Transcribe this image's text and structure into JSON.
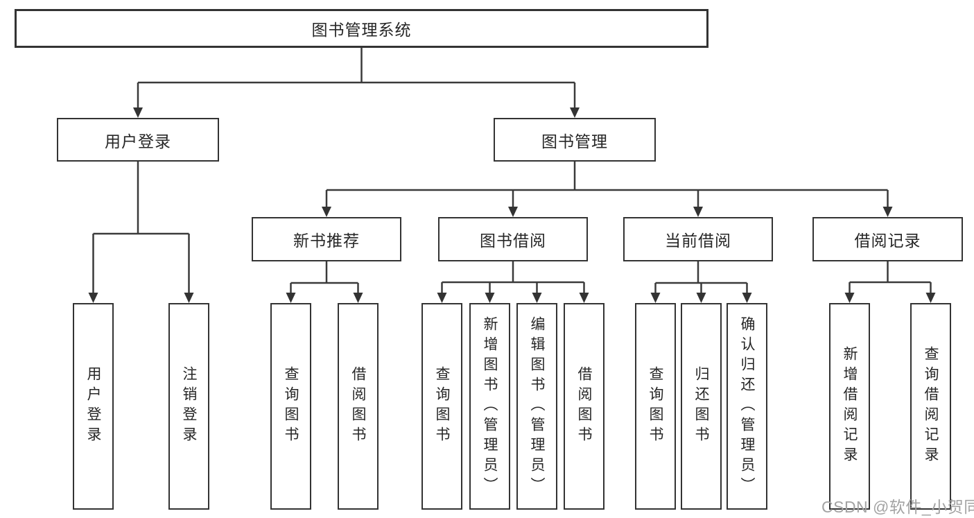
{
  "diagram": {
    "root": "图书管理系统",
    "branches": {
      "user_login": {
        "label": "用户登录",
        "children": [
          "用户登录",
          "注销登录"
        ]
      },
      "book_management": {
        "label": "图书管理",
        "modules": {
          "new_book_recommend": {
            "label": "新书推荐",
            "children": [
              "查询图书",
              "借阅图书"
            ]
          },
          "book_borrow": {
            "label": "图书借阅",
            "children": [
              "查询图书",
              "新增图书（管理员）",
              "编辑图书（管理员）",
              "借阅图书"
            ]
          },
          "current_borrow": {
            "label": "当前借阅",
            "children": [
              "查询图书",
              "归还图书",
              "确认归还（管理员）"
            ]
          },
          "borrow_records": {
            "label": "借阅记录",
            "children": [
              "新增借阅记录",
              "查询借阅记录"
            ]
          }
        }
      }
    }
  },
  "watermark": "CSDN @软件_小贺同学",
  "colors": {
    "line": "#3a3a3a",
    "box_border": "#333333",
    "text": "#262626",
    "background": "#ffffff",
    "watermark_text": "#a3a3a3"
  }
}
